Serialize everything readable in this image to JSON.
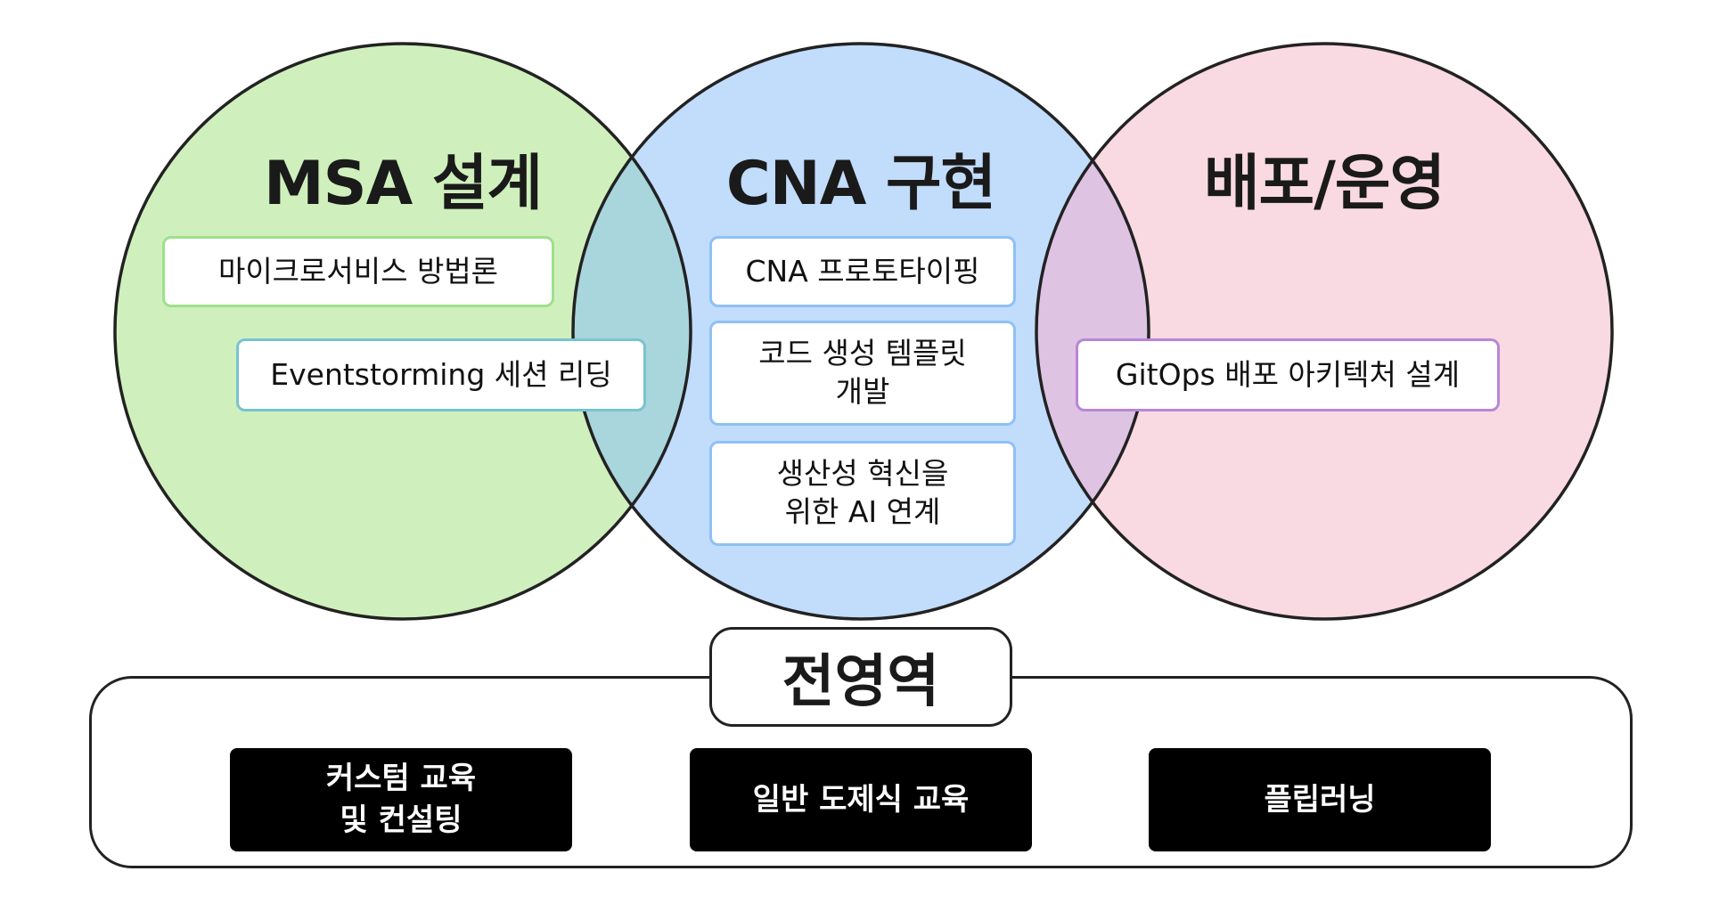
{
  "colors": {
    "msa_fill": "#cff0bd",
    "cna_fill": "#c2dcfb",
    "ops_fill": "#f9d9e2",
    "msa_cna_overlap": "#a9d5dc",
    "cna_ops_overlap": "#dec3e3",
    "outline": "#222222"
  },
  "circles": {
    "msa": {
      "title": "MSA 설계",
      "items": [
        "마이크로서비스 방법론",
        "Eventstorming 세션 리딩"
      ]
    },
    "cna": {
      "title": "CNA 구현",
      "items": [
        "CNA 프로토타이핑",
        "코드 생성 템플릿\n개발",
        "생산성 혁신을\n위한 AI 연계"
      ]
    },
    "ops": {
      "title": "배포/운영",
      "items": [
        "GitOps 배포 아키텍처 설계"
      ]
    }
  },
  "all_area": {
    "title": "전영역",
    "boxes": [
      "커스텀 교육\n및 컨설팅",
      "일반 도제식 교육",
      "플립러닝"
    ]
  }
}
